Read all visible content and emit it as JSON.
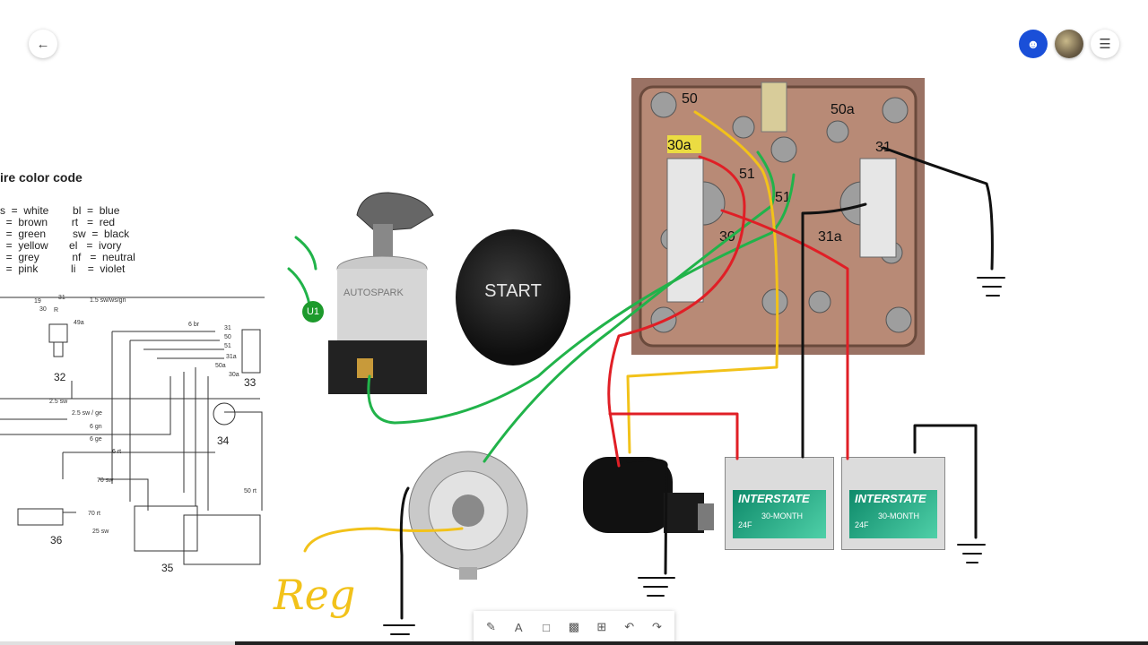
{
  "header": {
    "back_icon": "arrow-left-icon",
    "user_icon": "person-icon",
    "menu_icon": "hamburger-icon"
  },
  "legend": {
    "title": "ire color code",
    "rows": [
      "s  =  white        bl  =  blue",
      "  =  brown        rt   =  red",
      "  =  green         sw  =  black",
      "  =  yellow       el   =  ivory",
      "  =  grey           nf   =  neutral",
      "  =  pink           li    =  violet"
    ]
  },
  "schematic": {
    "labels": [
      "32",
      "33",
      "34",
      "35",
      "36"
    ],
    "wire_labels": [
      "1.5 sw/ws/gn",
      "6 br",
      "2.5 sw",
      "2.5 sw / ge",
      "6 gn",
      "6 ge",
      "6 rt",
      "70 sw",
      "70 rt",
      "25 sw",
      "50 rt"
    ],
    "switch_terms": [
      "19",
      "31",
      "30",
      "R",
      "49a",
      "50",
      "50a",
      "31a",
      "30a",
      "51",
      "31"
    ]
  },
  "annotations": {
    "badge": "U1",
    "terminals": [
      "50",
      "30a",
      "50a",
      "31",
      "51",
      "51",
      "30",
      "31a"
    ],
    "handwritten": "Reg"
  },
  "components": {
    "ignition_brand": "AUTOSPARK",
    "start_button": "START",
    "battery_brand": "INTERSTATE",
    "battery_warranty": "30-MONTH",
    "battery_group": "24F"
  },
  "colors": {
    "red_wire": "#e01f26",
    "green_wire": "#21b34a",
    "yellow_wire": "#f2c21a",
    "black_wire": "#111111"
  },
  "toolbar": {
    "tools": [
      "pen-icon",
      "text-icon",
      "shape-icon",
      "image-icon",
      "add-icon",
      "undo-icon",
      "redo-icon"
    ]
  },
  "video": {
    "played_fraction": 0.205
  }
}
